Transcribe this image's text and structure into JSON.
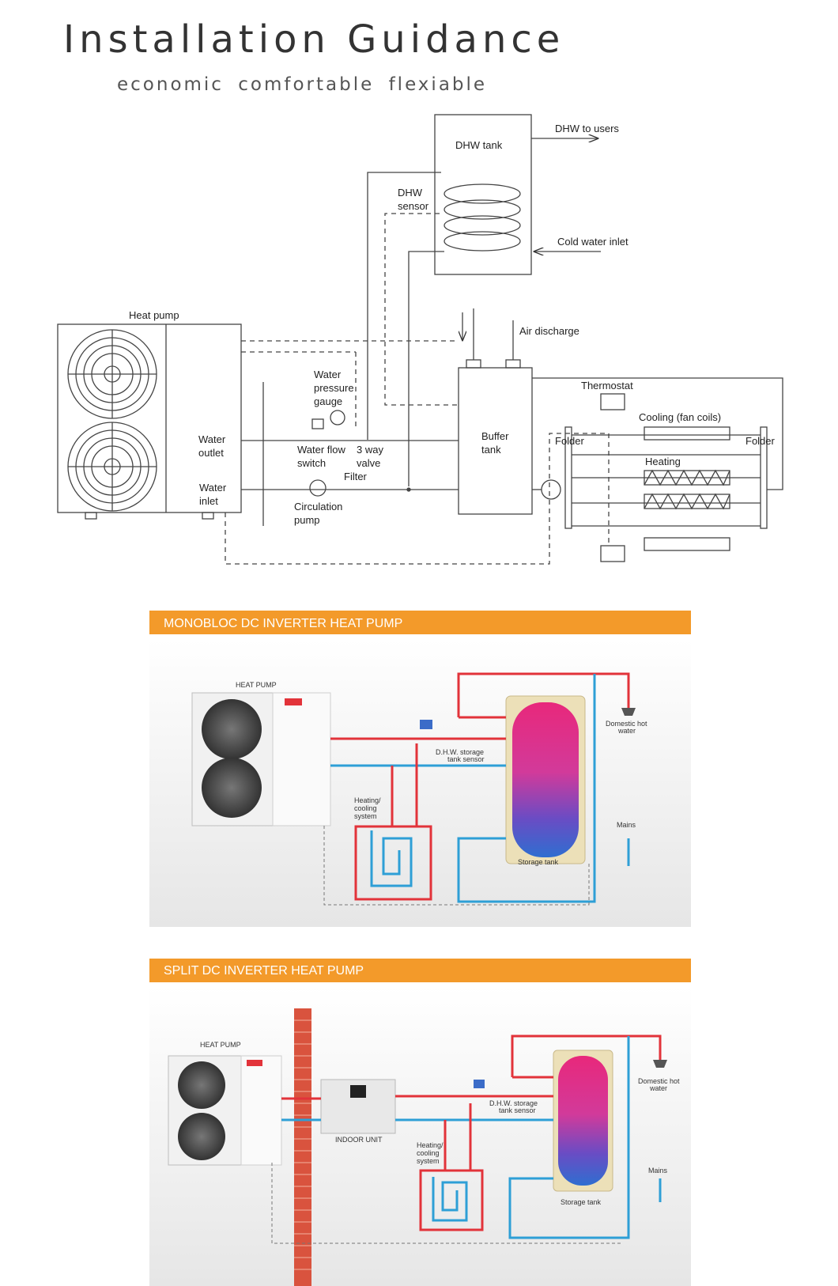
{
  "header": {
    "title": "Installation Guidance",
    "subtitle": "economic  comfortable  flexiable"
  },
  "schematic": {
    "labels": {
      "dhw_tank": "DHW tank",
      "dhw_to_users": "DHW to users",
      "dhw_sensor_1": "DHW",
      "dhw_sensor_2": "sensor",
      "cold_water_inlet": "Cold water inlet",
      "heat_pump": "Heat pump",
      "air_discharge": "Air discharge",
      "water_pressure_1": "Water",
      "water_pressure_2": "pressure",
      "water_pressure_3": "gauge",
      "water_outlet_1": "Water",
      "water_outlet_2": "outlet",
      "water_inlet_1": "Water",
      "water_inlet_2": "inlet",
      "water_flow_1": "Water flow",
      "water_flow_2": "switch",
      "three_way_1": "3 way",
      "three_way_2": "valve",
      "filter": "Filter",
      "circulation_1": "Circulation",
      "circulation_2": "pump",
      "buffer_1": "Buffer",
      "buffer_2": "tank",
      "thermostat": "Thermostat",
      "cooling": "Cooling (fan coils)",
      "heating": "Heating",
      "folder_left": "Folder",
      "folder_right": "Folder"
    }
  },
  "monobloc": {
    "title": "MONOBLOC DC INVERTER HEAT PUMP",
    "heat_pump": "HEAT PUMP",
    "dhw_sensor_1": "D.H.W. storage",
    "dhw_sensor_2": "tank sensor",
    "heating_1": "Heating/",
    "heating_2": "cooling",
    "heating_3": "system",
    "domestic_1": "Domestic hot",
    "domestic_2": "water",
    "mains": "Mains",
    "storage": "Storage tank"
  },
  "split": {
    "title": "SPLIT DC INVERTER HEAT PUMP",
    "heat_pump": "HEAT PUMP",
    "indoor": "INDOOR UNIT",
    "dhw_sensor_1": "D.H.W. storage",
    "dhw_sensor_2": "tank sensor",
    "heating_1": "Heating/",
    "heating_2": "cooling",
    "heating_3": "system",
    "domestic_1": "Domestic hot",
    "domestic_2": "water",
    "mains": "Mains",
    "storage": "Storage tank"
  },
  "colors": {
    "panel_header": "#f39a2a",
    "hot_pipe": "#e2333a",
    "cold_pipe": "#2e9fd6",
    "brick": "#d9533e"
  }
}
